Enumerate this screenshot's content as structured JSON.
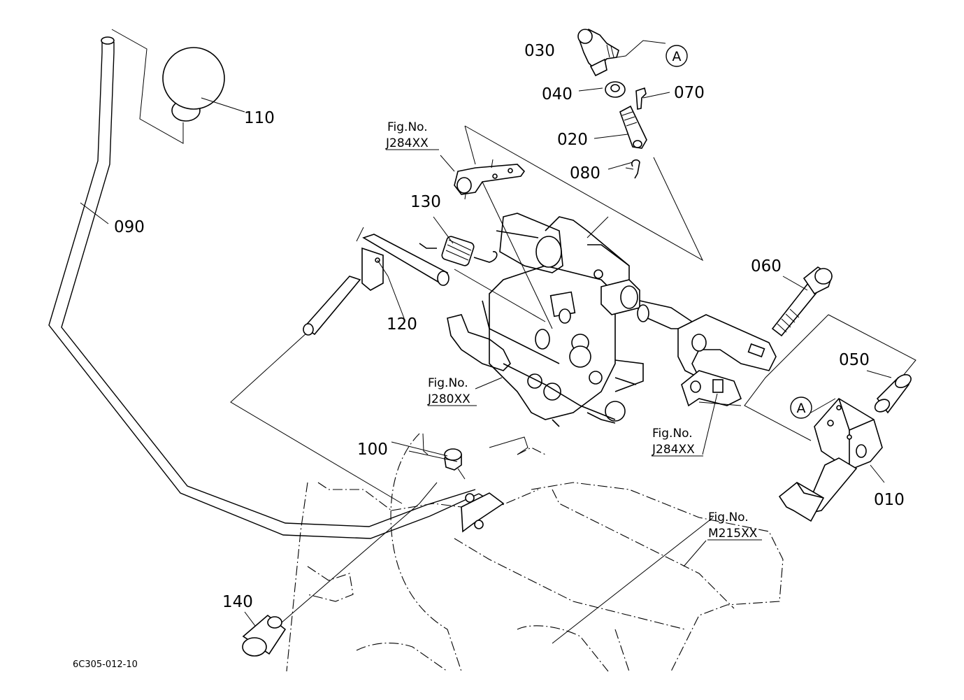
{
  "diagram": {
    "part_labels": {
      "p010": "010",
      "p020": "020",
      "p030": "030",
      "p040": "040",
      "p050": "050",
      "p060": "060",
      "p070": "070",
      "p080": "080",
      "p090": "090",
      "p100": "100",
      "p110": "110",
      "p120": "120",
      "p130": "130",
      "p140": "140"
    },
    "figure_refs": {
      "ref_j284_top": {
        "line1": "Fig.No.",
        "line2": "J284XX"
      },
      "ref_j280": {
        "line1": "Fig.No.",
        "line2": "J280XX"
      },
      "ref_j284_mid": {
        "line1": "Fig.No.",
        "line2": "J284XX"
      },
      "ref_m215": {
        "line1": "Fig.No.",
        "line2": "M215XX"
      }
    },
    "callouts": {
      "a_top": "A",
      "a_block": "A"
    },
    "drawing_code": "6C305-012-10"
  }
}
